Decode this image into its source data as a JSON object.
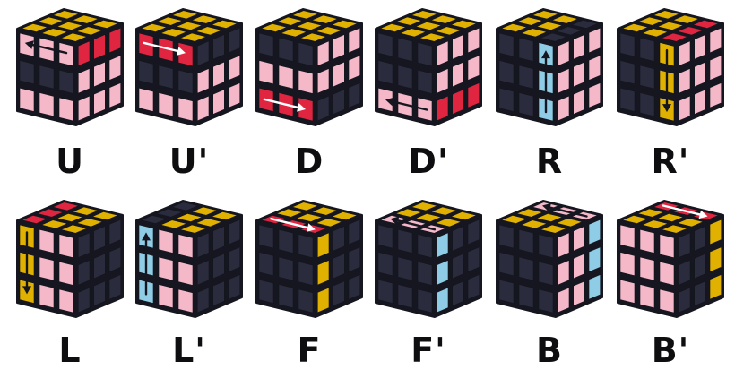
{
  "colors": {
    "yellow": "#e0b100",
    "pink": "#f4b8c8",
    "navy": "#2a2b3d",
    "red": "#e02540",
    "blue": "#8fcde6",
    "edge": "#15161f",
    "arrow_dark": "#15161f",
    "arrow_light": "#ffffff"
  },
  "moves": [
    {
      "label": "U",
      "top": [
        "Y",
        "Y",
        "Y",
        "Y",
        "Y",
        "Y",
        "Y",
        "Y",
        "Y"
      ],
      "left": [
        "P",
        "P",
        "P",
        "N",
        "N",
        "N",
        "P",
        "P",
        "P"
      ],
      "right": [
        "R",
        "R",
        "R",
        "P",
        "P",
        "P",
        "P",
        "P",
        "P"
      ],
      "arrow": {
        "face": "left",
        "from": [
          2.5,
          0.45
        ],
        "to": [
          0.4,
          0.45
        ],
        "color": "dark"
      }
    },
    {
      "label": "U'",
      "top": [
        "Y",
        "Y",
        "Y",
        "Y",
        "Y",
        "Y",
        "Y",
        "Y",
        "Y"
      ],
      "left": [
        "R",
        "R",
        "R",
        "N",
        "N",
        "N",
        "P",
        "P",
        "P"
      ],
      "right": [
        "N",
        "N",
        "N",
        "P",
        "P",
        "P",
        "P",
        "P",
        "P"
      ],
      "arrow": {
        "face": "left",
        "from": [
          0.4,
          0.45
        ],
        "to": [
          2.5,
          0.45
        ],
        "color": "light"
      }
    },
    {
      "label": "D",
      "top": [
        "Y",
        "Y",
        "Y",
        "Y",
        "Y",
        "Y",
        "Y",
        "Y",
        "Y"
      ],
      "left": [
        "N",
        "N",
        "N",
        "P",
        "P",
        "P",
        "R",
        "R",
        "R"
      ],
      "right": [
        "P",
        "P",
        "P",
        "P",
        "P",
        "P",
        "N",
        "N",
        "N"
      ],
      "arrow": {
        "face": "left",
        "from": [
          0.4,
          2.5
        ],
        "to": [
          2.5,
          2.5
        ],
        "color": "light"
      }
    },
    {
      "label": "D'",
      "top": [
        "Y",
        "Y",
        "Y",
        "Y",
        "Y",
        "Y",
        "Y",
        "Y",
        "Y"
      ],
      "left": [
        "N",
        "N",
        "N",
        "N",
        "N",
        "N",
        "P",
        "P",
        "P"
      ],
      "right": [
        "P",
        "P",
        "P",
        "P",
        "P",
        "P",
        "R",
        "R",
        "R"
      ],
      "arrow": {
        "face": "left",
        "from": [
          2.6,
          2.5
        ],
        "to": [
          0.5,
          2.5
        ],
        "color": "dark"
      }
    },
    {
      "label": "R",
      "top": [
        "Y",
        "Y",
        "N",
        "Y",
        "Y",
        "N",
        "Y",
        "Y",
        "N"
      ],
      "left": [
        "N",
        "N",
        "B",
        "N",
        "N",
        "B",
        "N",
        "N",
        "B"
      ],
      "right": [
        "P",
        "P",
        "P",
        "P",
        "P",
        "P",
        "P",
        "P",
        "P"
      ],
      "arrow": {
        "face": "left",
        "from": [
          2.5,
          2.6
        ],
        "to": [
          2.5,
          0.35
        ],
        "color": "dark"
      }
    },
    {
      "label": "R'",
      "top": [
        "Y",
        "Y",
        "R",
        "Y",
        "Y",
        "R",
        "Y",
        "Y",
        "R"
      ],
      "left": [
        "N",
        "N",
        "Y",
        "N",
        "N",
        "Y",
        "N",
        "N",
        "Y"
      ],
      "right": [
        "P",
        "P",
        "P",
        "P",
        "P",
        "P",
        "P",
        "P",
        "P"
      ],
      "arrow": {
        "face": "left",
        "from": [
          2.5,
          0.35
        ],
        "to": [
          2.5,
          2.6
        ],
        "color": "dark"
      }
    },
    {
      "label": "L",
      "top": [
        "R",
        "Y",
        "Y",
        "R",
        "Y",
        "Y",
        "R",
        "Y",
        "Y"
      ],
      "left": [
        "Y",
        "P",
        "P",
        "Y",
        "P",
        "P",
        "Y",
        "P",
        "P"
      ],
      "right": [
        "N",
        "N",
        "N",
        "N",
        "N",
        "N",
        "N",
        "N",
        "N"
      ],
      "arrow": {
        "face": "left",
        "from": [
          0.5,
          0.35
        ],
        "to": [
          0.5,
          2.6
        ],
        "color": "dark"
      }
    },
    {
      "label": "L'",
      "top": [
        "N",
        "Y",
        "Y",
        "N",
        "Y",
        "Y",
        "N",
        "Y",
        "Y"
      ],
      "left": [
        "B",
        "P",
        "P",
        "B",
        "P",
        "P",
        "B",
        "P",
        "P"
      ],
      "right": [
        "N",
        "N",
        "N",
        "N",
        "N",
        "N",
        "N",
        "N",
        "N"
      ],
      "arrow": {
        "face": "left",
        "from": [
          0.5,
          2.6
        ],
        "to": [
          0.5,
          0.35
        ],
        "color": "dark"
      }
    },
    {
      "label": "F",
      "top": [
        "Y",
        "Y",
        "Y",
        "Y",
        "Y",
        "Y",
        "R",
        "R",
        "R"
      ],
      "left": [
        "N",
        "N",
        "N",
        "N",
        "N",
        "N",
        "N",
        "N",
        "N"
      ],
      "right": [
        "Y",
        "N",
        "N",
        "Y",
        "N",
        "N",
        "Y",
        "N",
        "N"
      ],
      "arrow": {
        "face": "top",
        "from": [
          0.35,
          2.5
        ],
        "to": [
          2.6,
          2.5
        ],
        "color": "light"
      }
    },
    {
      "label": "F'",
      "top": [
        "Y",
        "Y",
        "Y",
        "Y",
        "Y",
        "Y",
        "P",
        "P",
        "P"
      ],
      "left": [
        "N",
        "N",
        "N",
        "N",
        "N",
        "N",
        "N",
        "N",
        "N"
      ],
      "right": [
        "B",
        "N",
        "N",
        "B",
        "N",
        "N",
        "B",
        "N",
        "N"
      ],
      "arrow": {
        "face": "top",
        "from": [
          2.6,
          2.5
        ],
        "to": [
          0.35,
          2.5
        ],
        "color": "dark"
      }
    },
    {
      "label": "B",
      "top": [
        "P",
        "P",
        "P",
        "Y",
        "Y",
        "Y",
        "Y",
        "Y",
        "Y"
      ],
      "left": [
        "N",
        "N",
        "N",
        "N",
        "N",
        "N",
        "N",
        "N",
        "N"
      ],
      "right": [
        "P",
        "P",
        "B",
        "P",
        "P",
        "B",
        "P",
        "P",
        "B"
      ],
      "arrow": {
        "face": "top",
        "from": [
          2.6,
          0.5
        ],
        "to": [
          0.35,
          0.5
        ],
        "color": "dark"
      }
    },
    {
      "label": "B'",
      "top": [
        "R",
        "R",
        "R",
        "Y",
        "Y",
        "Y",
        "Y",
        "Y",
        "Y"
      ],
      "left": [
        "P",
        "P",
        "P",
        "P",
        "P",
        "P",
        "P",
        "P",
        "P"
      ],
      "right": [
        "N",
        "N",
        "Y",
        "N",
        "N",
        "Y",
        "N",
        "N",
        "Y"
      ],
      "arrow": {
        "face": "top",
        "from": [
          0.35,
          0.5
        ],
        "to": [
          2.6,
          0.5
        ],
        "color": "light"
      }
    }
  ]
}
